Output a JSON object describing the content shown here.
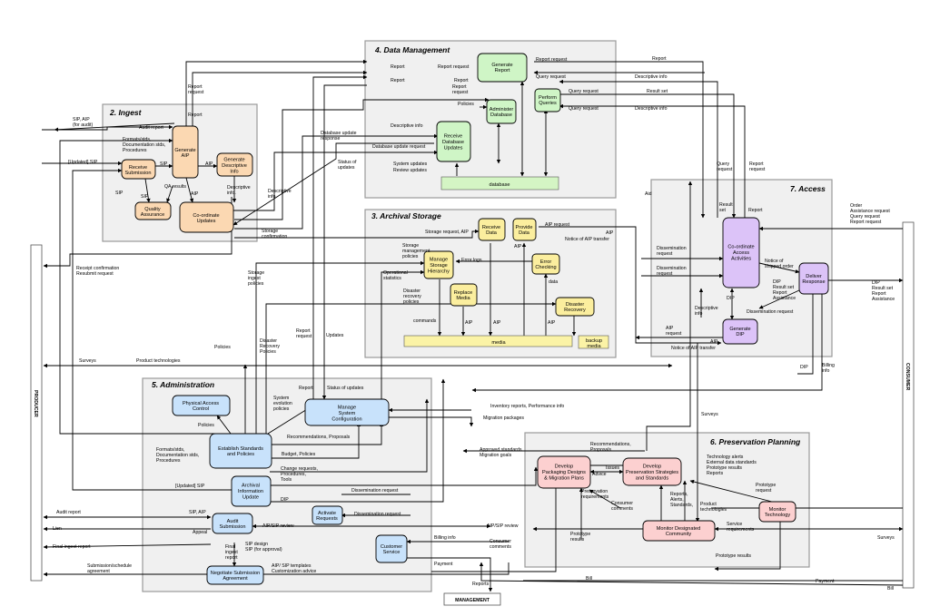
{
  "colors": {
    "ingest": "#fbd8b2",
    "data_management": "#cff5c6",
    "archival_storage": "#fbee9e",
    "access": "#dcc3f8",
    "administration": "#c8e2fb",
    "preservation": "#fcd0d0"
  },
  "sections": {
    "data_management": "4. Data Management",
    "ingest": "2. Ingest",
    "archival_storage": "3. Archival Storage",
    "access": "7. Access",
    "administration": "5. Administration",
    "preservation": "6. Preservation Planning"
  },
  "entities": {
    "producer": "PRODUCER",
    "consumer": "CONSUMER",
    "management": "MANAGEMENT"
  },
  "boxes": {
    "generate_report": "Generate|Report",
    "administer_database": "Administer|Database",
    "perform_queries": "Perform|Queries",
    "receive_database_updates": "Receive|Database|Updates",
    "database": "database",
    "generate_aip": "Generate|AIP",
    "receive_submission": "Receive|Submission",
    "generate_descriptive_info": "Generate|Descriptive|Info",
    "quality_assurance": "Quality|Assurance",
    "coordinate_updates": "Co-ordinate|Updates",
    "receive_data": "Receive|Data",
    "provide_data": "Provide|Data",
    "manage_storage_hierarchy": "Manage|Storage|Hierarchy",
    "error_checking": "Error|Checking",
    "replace_media": "Replace|Media",
    "disaster_recovery": "Disaster|Recovery",
    "media": "media",
    "backup_media": "backup|media",
    "coordinate_access_activities": "Co-ordinate|Access|Activities",
    "deliver_response": "Deliver|Response",
    "generate_dip": "Generate|DIP",
    "physical_access_control": "Physical Access|Control",
    "manage_system_configuration": "Manage|System|Configuration",
    "establish_standards": "Establish Standards|and Policies",
    "archival_information_update": "Archival|Information|Update",
    "activate_requests": "Activate|Requests",
    "audit_submission": "Audit|Submission",
    "customer_service": "Customer|Service",
    "negotiate_submission_agreement": "Negotiate Submission|Agreement",
    "develop_packaging_designs": "Develop|Packaging Designs|& Migration Plans",
    "develop_preservation_strategies": "Develop|Preservation Strategies|and Standards",
    "monitor_designated_community": "Monitor Designated|Community",
    "monitor_technology": "Monitor|Technology"
  },
  "labels": {
    "dm_report_request_top": "Report request",
    "dm_report_1": "Report",
    "dm_report_request_mid": "Report request",
    "dm_report_2": "Report",
    "dm_report_3": "Report",
    "dm_report_request_low": "Report|request",
    "dm_query_request": "Query request",
    "dm_policies": "Policies",
    "dm_query_request2": "Query request",
    "dm_result_set": "Result set",
    "dm_query_request3": "Query request",
    "dm_descriptive_info": "Descriptive info",
    "dm_descriptive_info2": "Descriptive info",
    "dm_report_right": "Report",
    "dm_report_request_right": "Report request",
    "dm_descriptive_info3": "Descriptive info",
    "dm_desc_info_in": "Descriptive info",
    "dm_db_update_response": "Database update|response",
    "dm_db_update_request": "Database update request",
    "dm_status_of_updates": "Status of|updates",
    "dm_system_updates": "System updates",
    "dm_review_updates": "Review updates",
    "dm_query_request_v": "Query|request",
    "dm_report_request_v": "Report|request",
    "ing_report_request": "Report|request",
    "ing_report": "Report",
    "ing_sip_aip_audit": "SIP, AIP|(for audit)",
    "ing_audit_report": "Audit report",
    "ing_formats": "Formats/stds,|Documentation stds,|Procedures",
    "ing_updated_sip": "[Updated] SIP",
    "ing_sip": "SIP",
    "ing_aip": "AIP",
    "ing_sip2": "SIP",
    "ing_sip3": "SIP",
    "ing_qa_results": "QA results",
    "ing_aip2": "AIP",
    "ing_descriptive_info": "Descriptive|info.",
    "ing_descriptive_info2": "Descriptive|info",
    "ing_storage_confirmation": "Storage|confirmation",
    "ing_receipt": "Receipt confirmation|Resubmit request",
    "as_storage_request_aip": "Storage request, AIP",
    "as_aip_request": "AIP request",
    "as_aip": "AIP",
    "as_notice_aip": "Notice of AIP transfer",
    "as_storage_mgmt": "Storage|management|policies",
    "as_error_logs": "Error logs",
    "as_operational": "Operational|statistics",
    "as_storage_ingest": "Storage|ingest|policies",
    "as_disaster_policies": "Disaster|recovery|policies",
    "as_commands": "commands",
    "as_aip2": "AIP",
    "as_aip3": "AIP",
    "as_data": "data",
    "as_aip4": "AIP",
    "as_aip5": "AIP",
    "as_aip6": "AIP",
    "acc_order": "Order|Assistance request|Query request|Report request",
    "acc_result_set": "Result|set",
    "acc_report": "Report",
    "acc_query_request": "Query|request",
    "acc_report_request": "Report|request",
    "acc_dissemination_request": "Dissemination|request",
    "acc_dissemination_request2": "Dissemination|request",
    "acc_notice_shipped": "Notice of|shipped order",
    "acc_dip_etc": "DIP|Result set|Report|Assistance",
    "acc_dip_out": "DIP|Result set|Report|Assistance",
    "acc_dip": "DIP",
    "acc_descriptive_info": "Descriptive|info",
    "acc_dissemination_req3": "Dissemination request",
    "acc_aip": "AIP",
    "acc_aip_request": "AIP|request",
    "acc_notice_aip": "Notice of AIP transfer",
    "acc_dip2": "DIP",
    "acc_billing": "Billing|info",
    "acc_dip3": "DIP",
    "acc_aid": "Aid",
    "adm_policies": "Policies",
    "adm_disaster": "Disaster|Recovery|Policies",
    "adm_report_request": "Report|request",
    "adm_updates": "Updates",
    "adm_storage_ingest": "Storage|ingest|policies",
    "adm_surveys": "Surveys",
    "adm_product_tech": "Product technologies",
    "adm_report": "Report",
    "adm_status_updates": "Status of updates",
    "adm_system_evolution": "System|evolution|policies",
    "adm_policies2": "Policies",
    "adm_recommendations": "Recommendations, Proposals",
    "adm_inventory": "Inventory reports, Performance info",
    "adm_migration_packages": "Migration packages",
    "adm_formats": "Formats/stds,|Documentation stds,|Procedures",
    "adm_budget": "Budget, Policies",
    "adm_approved": "Approved standards|Migration goals",
    "adm_change_requests": "Change requests,|Procedures,|Tools",
    "adm_updated_sip": "[Updated] SIP",
    "adm_dip": "DIP",
    "adm_dissemination": "Dissemination request",
    "adm_dissemination2": "Dissemination request",
    "adm_audit_report": "Audit report",
    "adm_sip_aip": "SIP, AIP",
    "adm_lien": "Lien",
    "adm_appeal": "Appeal",
    "adm_final_ingest_report": "Final ingest report",
    "adm_final_ingest": "Final|ingest|report",
    "adm_sip_design": "SIP design|SIP (for approval)",
    "adm_aip_sip_review": "AIP/SIP review",
    "adm_aip_sip_review2": "AIP/SIP review",
    "adm_submission_schedule": "Submission/schedule|agreement",
    "adm_aip_templates": "AIP/ SIP templates|Customization advice",
    "adm_billing_info": "Billing info",
    "adm_payment": "Payment",
    "adm_reports": "Reports",
    "adm_bill": "Bill",
    "adm_payment2": "Payment",
    "adm_bill2": "Bill",
    "adm_surveys2": "Surveys",
    "pp_recommendations": "Recommendations,|Proposals",
    "pp_issues": "Issues",
    "pp_advice": "Advice",
    "pp_tech_alerts": "Technology alerts|External data standards|Prototype results|Reports",
    "pp_prototype_request": "Prototype|request",
    "pp_preservation_req": "Preservation|requirements",
    "pp_consumer_comments": "Consumer|comments",
    "pp_reports_alerts": "Reports,|Alerts,|Standards,",
    "pp_product_tech": "Product|technologies",
    "pp_prototype_results": "Prototype|results",
    "pp_service_req": "Service|requirements",
    "pp_consumer_comments2": "Consumer|comments",
    "pp_prototype_results2": "Prototype results",
    "pp_surveys": "Surveys"
  }
}
